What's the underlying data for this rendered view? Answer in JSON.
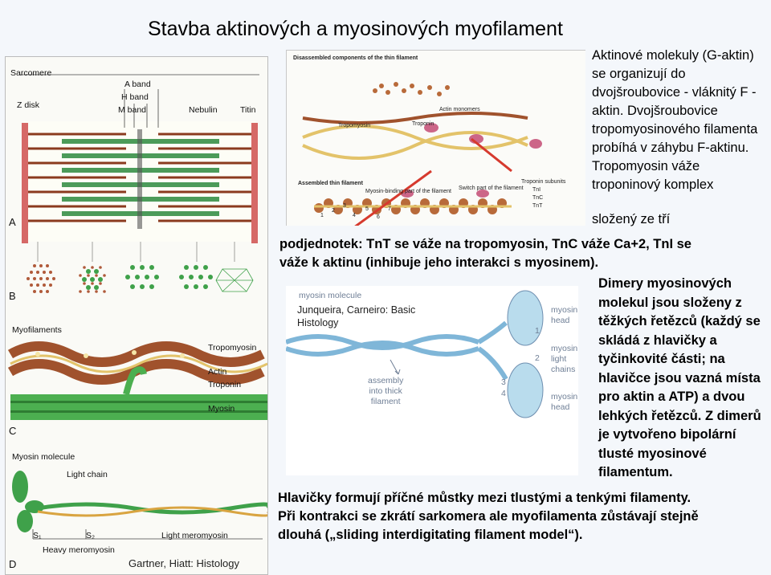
{
  "title": "Stavba aktinových a myosinových myofilament",
  "left_figure": {
    "panel_labels": [
      "A",
      "B",
      "C",
      "D"
    ],
    "sarcomere": "Sarcomere",
    "z_disk": "Z disk",
    "a_band": "A band",
    "h_band": "H band",
    "m_band": "M band",
    "nebulin": "Nebulin",
    "titin": "Titin",
    "myofilaments": "Myofilaments",
    "tropomyosin": "Tropomyosin",
    "actin": "Actin",
    "troponin": "Troponin",
    "myosin": "Myosin",
    "myosin_molecule": "Myosin molecule",
    "light_chain": "Light chain",
    "s1": "S₁",
    "s2": "S₂",
    "light_meromyosin": "Light meromyosin",
    "heavy_meromyosin": "Heavy meromyosin",
    "source": "Gartner, Hiatt: Histology"
  },
  "thin_figure": {
    "disassembled": "Disassembled components of the thin filament",
    "actin_monomers": "Actin monomers",
    "tropomyosin": "Tropomyosin",
    "troponin": "Troponin",
    "assembled": "Assembled thin filament",
    "binding_part": "Myosin-binding part of the filament",
    "switch_part": "Switch part of the filament",
    "subunits": "Troponin subunits",
    "tni": "TnI",
    "tnc": "TnC",
    "tnt": "TnT",
    "numbers": [
      "1",
      "2",
      "3",
      "4",
      "5",
      "6",
      "7"
    ]
  },
  "myosin_figure": {
    "title": "myosin molecule",
    "source_line1": "Junqueira, Carneiro: Basic",
    "source_line2": "Histology",
    "assembly": "assembly\ninto thick\nfilament",
    "head_top": "myosin\nhead",
    "light_chains": "myosin\nlight\nchains",
    "head_bottom": "myosin\nhead",
    "numbers": [
      "1",
      "2",
      "3",
      "4"
    ]
  },
  "paragraphs": {
    "p1": "Aktinové molekuly (G-aktin) se organizují do dvojšroubovice - vláknitý F - aktin. Dvojšroubovice tropomyosinového filamenta probíhá v záhybu F-aktinu. Tropomyosin váže troponinový komplex",
    "p1_last": "složený ze tří",
    "p2_line1": "podjednotek: TnT se váže na tropomyosin, TnC váže  Ca+2, TnI se",
    "p2_line2": "váže k aktinu (inhibuje jeho interakci s myosinem).",
    "p3": "Dimery myosinových molekul jsou složeny z těžkých řetězců (každý se skládá z hlavičky a tyčinkovité části; na hlavičce jsou vazná místa pro aktin a ATP) a dvou lehkých řetězců. Z dimerů je vytvořeno bipolární tlusté myosinové filamentum.",
    "p4_line1": "Hlavičky formují příčné můstky mezi tlustými a tenkými filamenty.",
    "p4_line2": "Při kontrakci se zkrátí sarkomera ale myofilamenta zůstávají stejně",
    "p4_line3": "dlouhá („sliding interdigitating filament model“)."
  },
  "colors": {
    "actin": "#a0522d",
    "myosin": "#3fa14a",
    "tropomyosin": "#e3c36a",
    "arrow": "#d63a2e",
    "myosin_blue": "#7fb6d8"
  }
}
